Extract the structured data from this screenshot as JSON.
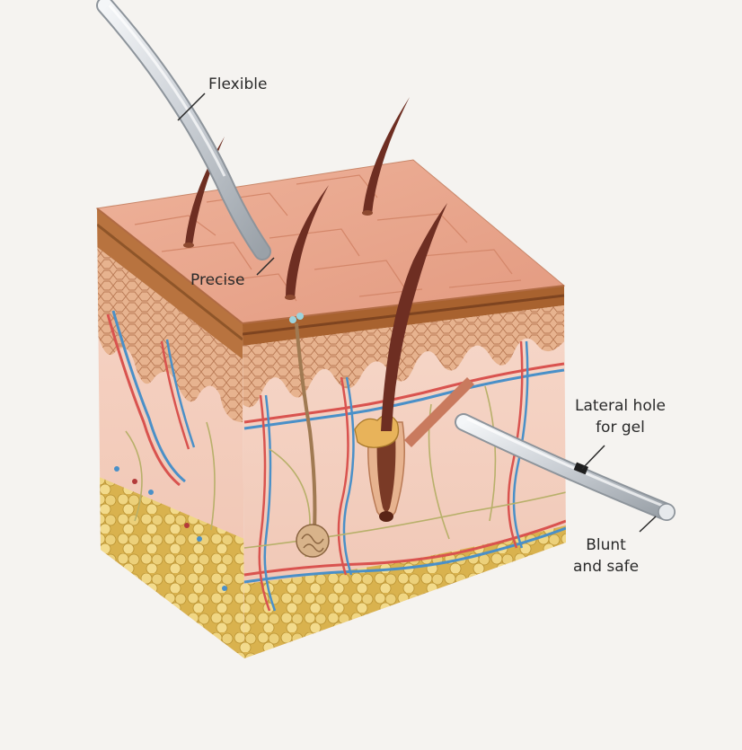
{
  "labels": {
    "flexible": "Flexible",
    "precise": "Precise",
    "lateral_hole_line1": "Lateral hole",
    "lateral_hole_line2": "for gel",
    "blunt_line1": "Blunt",
    "blunt_line2": "and safe"
  },
  "colors": {
    "background": "#f5f3f0",
    "skin_surface": "#e9a48a",
    "epidermis": "#c98a5c",
    "dermis": "#f2cdbd",
    "fat": "#e3c46a",
    "artery": "#d9534f",
    "vein": "#4a90c8",
    "nerve": "#b8b06a",
    "hair": "#6e2e22",
    "cannula": "#d6dbe0"
  }
}
